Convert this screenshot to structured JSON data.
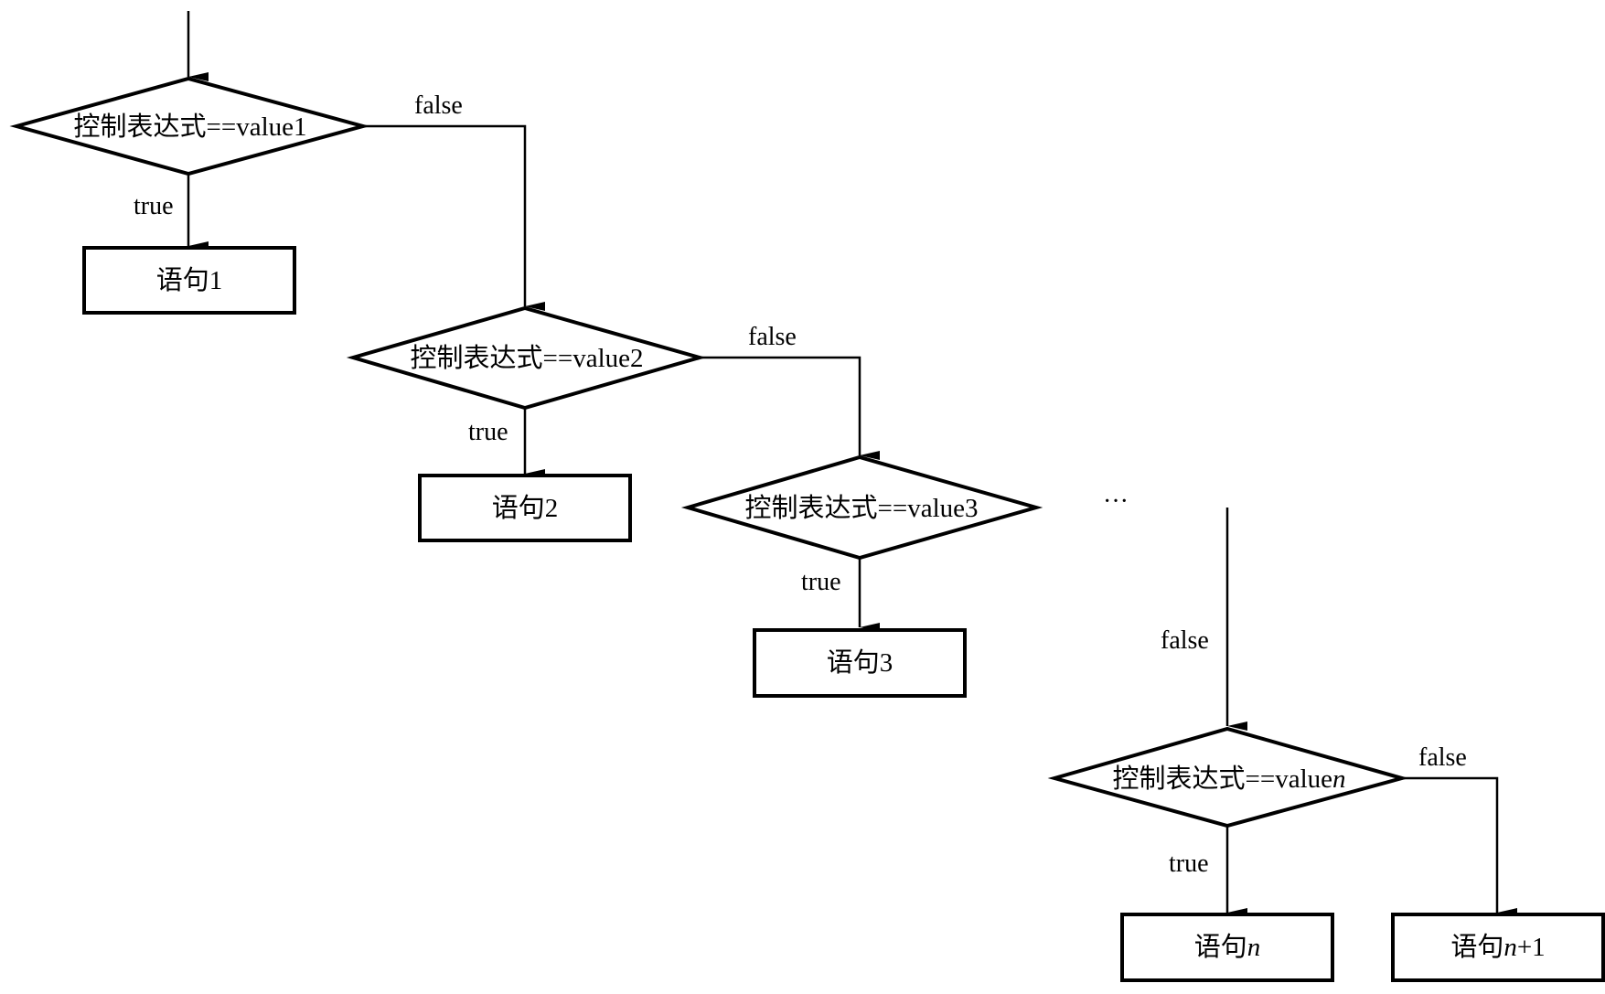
{
  "decisions": [
    {
      "prefix": "控制表达式==value",
      "suffix": "1"
    },
    {
      "prefix": "控制表达式==value",
      "suffix": "2"
    },
    {
      "prefix": "控制表达式==value",
      "suffix": "3"
    },
    {
      "prefix": "控制表达式==value",
      "suffix": "n"
    }
  ],
  "statements": [
    {
      "prefix": "语句",
      "suffix": "1",
      "tail": ""
    },
    {
      "prefix": "语句",
      "suffix": "2",
      "tail": ""
    },
    {
      "prefix": "语句",
      "suffix": "3",
      "tail": ""
    },
    {
      "prefix": "语句",
      "suffix": "n",
      "tail": ""
    },
    {
      "prefix": "语句",
      "suffix": "n",
      "tail": "+1"
    }
  ],
  "edge_labels": {
    "true": "true",
    "false": "false",
    "ellipsis": "···"
  }
}
